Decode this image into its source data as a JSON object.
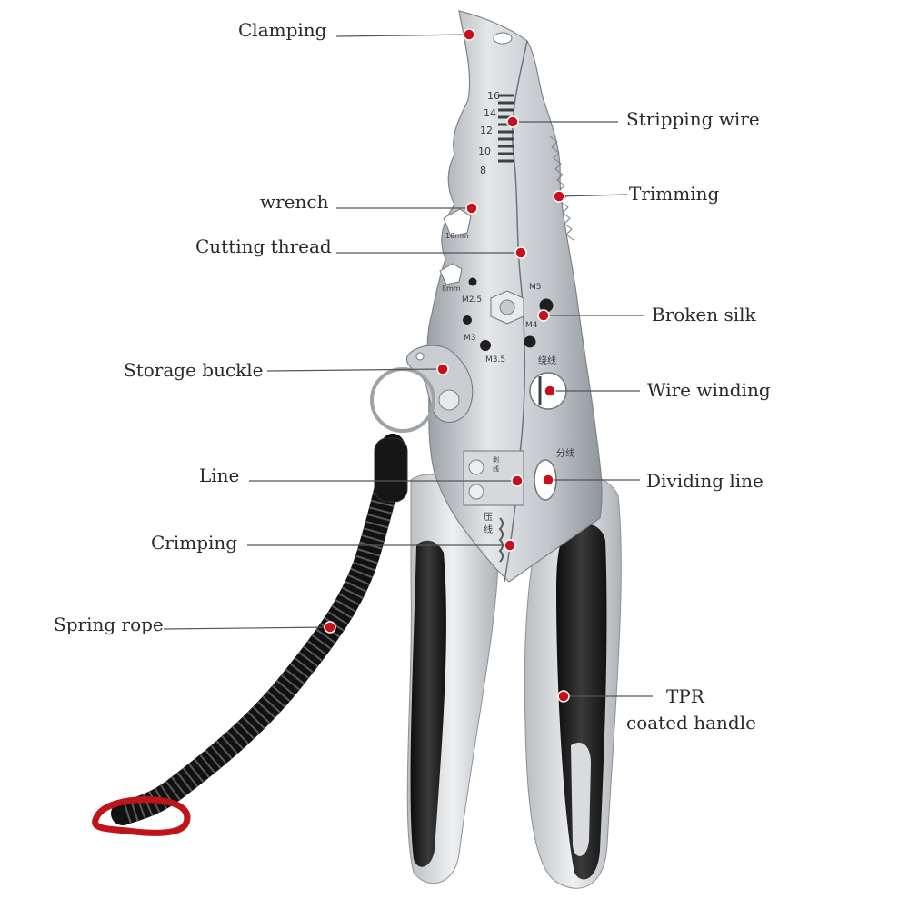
{
  "labels": {
    "clamping": "Clamping",
    "stripping_wire": "Stripping wire",
    "trimming": "Trimming",
    "wrench": "wrench",
    "cutting_thread": "Cutting thread",
    "broken_silk": "Broken silk",
    "storage_buckle": "Storage buckle",
    "wire_winding": "Wire winding",
    "line": "Line",
    "dividing_line": "Dividing line",
    "crimping": "Crimping",
    "spring_rope": "Spring rope",
    "tpr_line1": "TPR",
    "tpr_line2": "coated handle"
  },
  "stamps": {
    "gauge_16": "16",
    "gauge_14": "14",
    "gauge_12": "12",
    "gauge_10": "10",
    "gauge_8": "8",
    "wrench_10mm": "10mm",
    "wrench_8mm": "8mm",
    "thread_m2_5": "M2.5",
    "thread_m3": "M3",
    "thread_m3_5": "M3.5",
    "thread_m4": "M4",
    "thread_m5": "M5",
    "winding_cn": "绕线",
    "dividing_cn": "分线",
    "crimp_cn_1": "压",
    "crimp_cn_2": "线",
    "line_cn_1": "剥",
    "line_cn_2": "线"
  },
  "colors": {
    "marker": "#c8101a",
    "steel": "#c9ccd0",
    "grip_black": "#1c1c1c",
    "grip_grey": "#d7d9dc",
    "carabiner": "#c0141c"
  }
}
